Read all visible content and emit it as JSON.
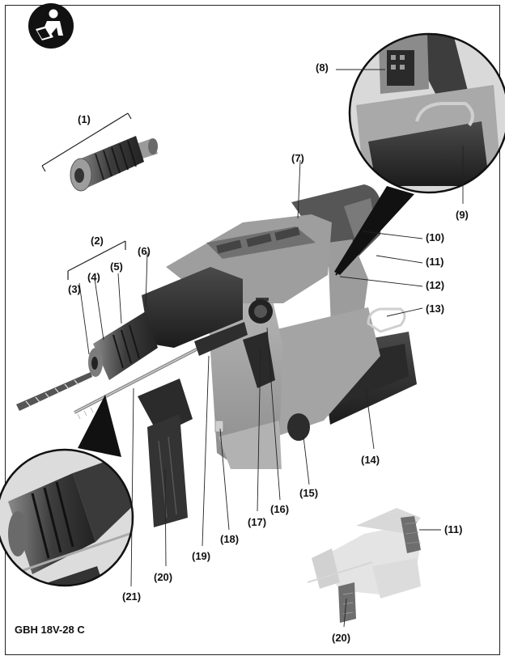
{
  "model": "GBH 18V-28 C",
  "icons": [
    "read-manual-icon"
  ],
  "callouts": [
    {
      "id": "c1",
      "text": "(1)"
    },
    {
      "id": "c2",
      "text": "(2)"
    },
    {
      "id": "c3",
      "text": "(3)"
    },
    {
      "id": "c4",
      "text": "(4)"
    },
    {
      "id": "c5",
      "text": "(5)"
    },
    {
      "id": "c6",
      "text": "(6)"
    },
    {
      "id": "c7",
      "text": "(7)"
    },
    {
      "id": "c8",
      "text": "(8)"
    },
    {
      "id": "c9",
      "text": "(9)"
    },
    {
      "id": "c10",
      "text": "(10)"
    },
    {
      "id": "c11",
      "text": "(11)"
    },
    {
      "id": "c12",
      "text": "(12)"
    },
    {
      "id": "c13",
      "text": "(13)"
    },
    {
      "id": "c14",
      "text": "(14)"
    },
    {
      "id": "c15",
      "text": "(15)"
    },
    {
      "id": "c16",
      "text": "(16)"
    },
    {
      "id": "c17",
      "text": "(17)"
    },
    {
      "id": "c18",
      "text": "(18)"
    },
    {
      "id": "c19",
      "text": "(19)"
    },
    {
      "id": "c20",
      "text": "(20)"
    },
    {
      "id": "c21",
      "text": "(21)"
    },
    {
      "id": "c11b",
      "text": "(11)"
    },
    {
      "id": "c20b",
      "text": "(20)"
    }
  ]
}
